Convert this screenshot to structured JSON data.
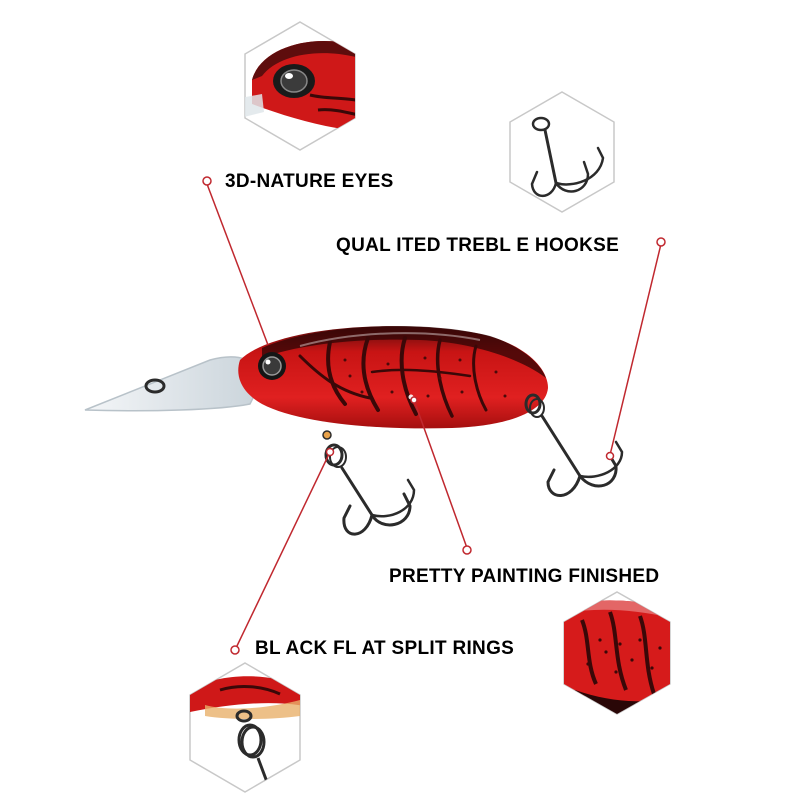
{
  "features": {
    "eyes": "3D-NATURE EYES",
    "hooks": "QUAL ITED TREBL E HOOKSE",
    "painting": "PRETTY PAINTING FINISHED",
    "split_rings": "BL ACK FL AT SPLIT RINGS"
  },
  "colors": {
    "leader_line": "#c0282f",
    "lure_body": "#d41a1a",
    "lure_pattern": "#3a0808",
    "hook_metal": "#2b2b2b",
    "label_text": "#000000"
  },
  "icons": {
    "eye_detail": "hexagon-eye-closeup-icon",
    "hook_detail": "hexagon-treble-hook-icon",
    "paint_detail": "hexagon-paint-closeup-icon",
    "ring_detail": "hexagon-split-ring-icon"
  }
}
